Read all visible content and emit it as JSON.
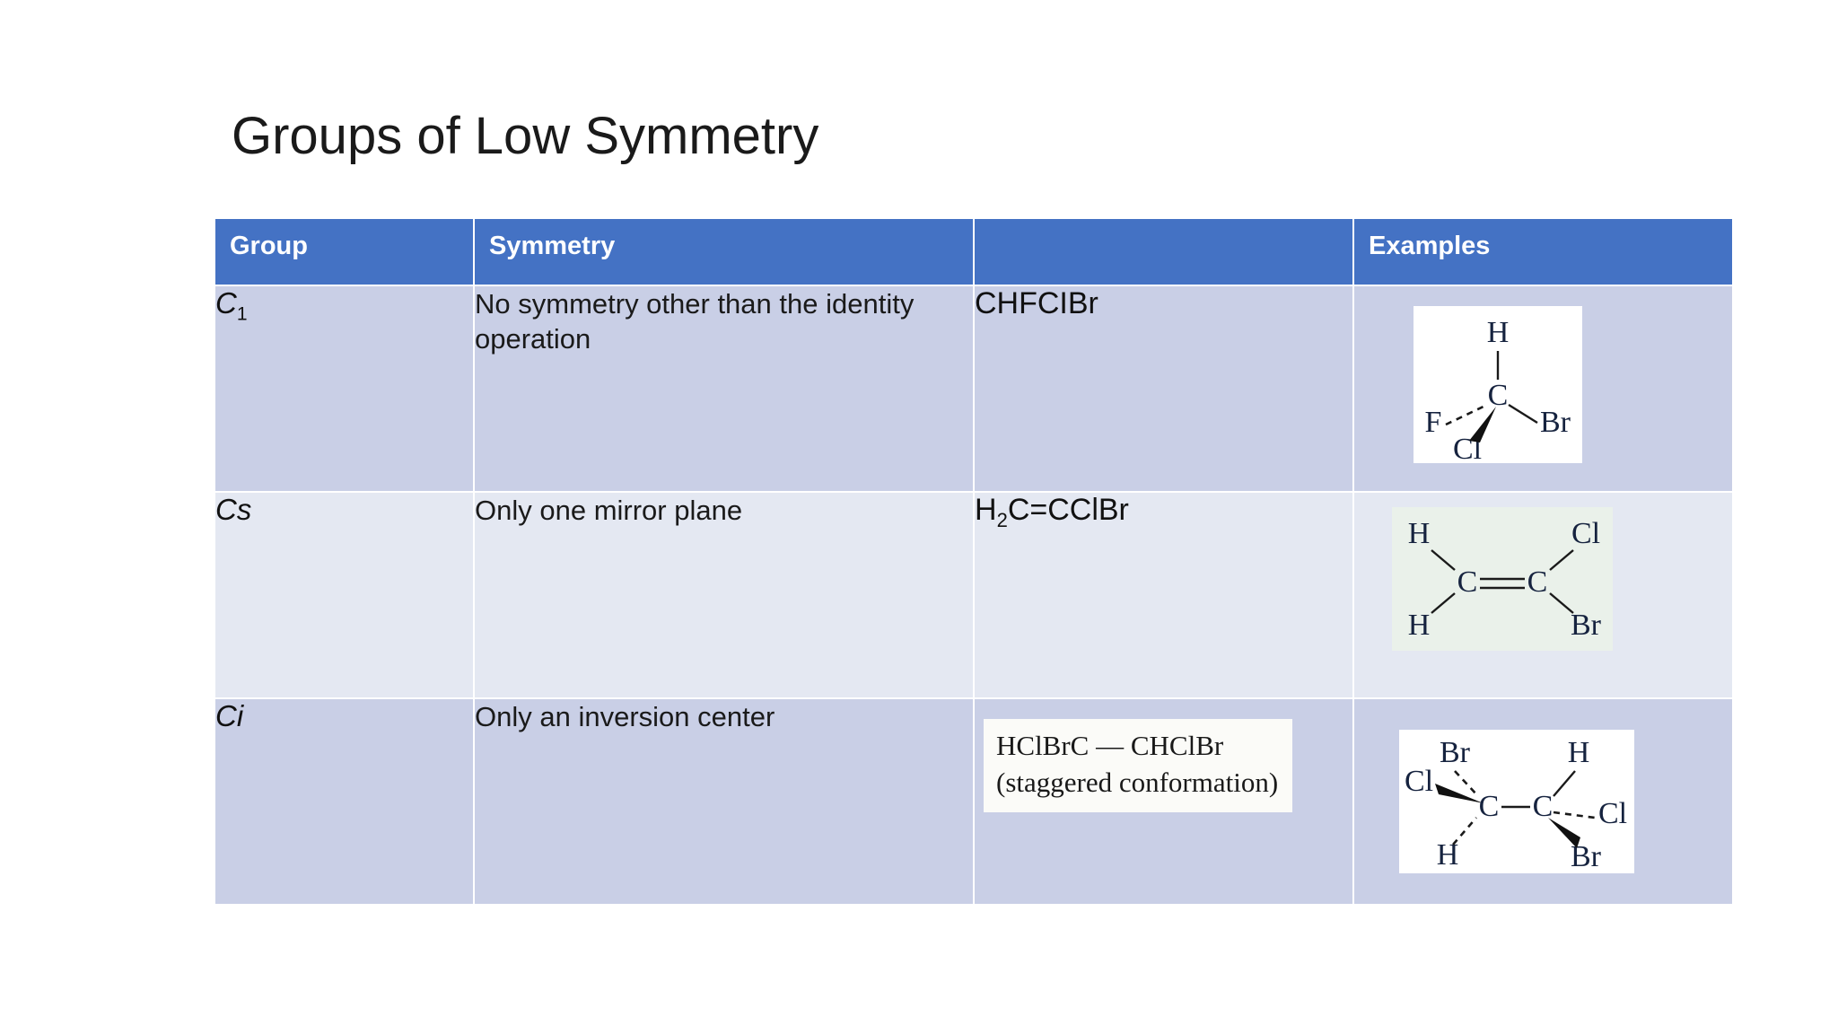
{
  "slide": {
    "title": "Groups of Low Symmetry",
    "background_color": "#FFFFFF"
  },
  "colors": {
    "header_blue": "#4472C4",
    "row_dark": "#C9CFE6",
    "row_light": "#E4E8F2",
    "header_text": "#FFFFFF",
    "body_text": "#1A1A1A"
  },
  "table": {
    "headers": [
      {
        "label": "Group"
      },
      {
        "label": "Symmetry"
      },
      {
        "label": ""
      },
      {
        "label": "Examples"
      }
    ],
    "rows": [
      {
        "group": "C",
        "group_sub": "1",
        "symmetry": "No symmetry other than the identity operation",
        "formula": "CHFCIBr",
        "formula_sub": "",
        "formula_note": "",
        "example_caption": "tetrahedral carbon with H, F, Cl, Br substituents"
      },
      {
        "group": "Cs",
        "group_sub": "",
        "symmetry": "Only one mirror plane",
        "formula": "H",
        "formula_sub": "2",
        "formula_rest": "C=CClBr",
        "formula_note": "",
        "example_caption": "alkene C=C with H, H on left and Cl, Br on right"
      },
      {
        "group": "Ci",
        "group_sub": "",
        "symmetry": "Only an inversion center",
        "formula": "",
        "formula_sub": "",
        "formula_note_line1": "HClBrC — CHClBr",
        "formula_note_line2": "(staggered conformation)",
        "example_caption": "staggered ethane-type C—C with Br, Cl, H and H, Cl, Br"
      }
    ]
  },
  "molecules": {
    "chfclbr": {
      "atoms": [
        "H",
        "C",
        "F",
        "Br",
        "Cl"
      ],
      "center": "C"
    },
    "h2cccibr": {
      "atoms": [
        "H",
        "H",
        "C",
        "C",
        "Cl",
        "Br"
      ],
      "bond": "double"
    },
    "hclbrc_chclbr": {
      "atoms": [
        "Br",
        "Cl",
        "H",
        "C",
        "C",
        "H",
        "Cl",
        "Br"
      ],
      "bond": "single"
    }
  }
}
